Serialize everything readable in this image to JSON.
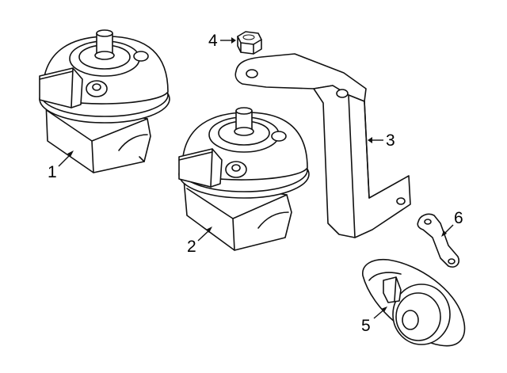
{
  "callouts": [
    {
      "id": "1",
      "label": "1",
      "part": "horn-high"
    },
    {
      "id": "2",
      "label": "2",
      "part": "horn-low"
    },
    {
      "id": "3",
      "label": "3",
      "part": "bracket"
    },
    {
      "id": "4",
      "label": "4",
      "part": "nut"
    },
    {
      "id": "5",
      "label": "5",
      "part": "horn-small"
    },
    {
      "id": "6",
      "label": "6",
      "part": "small-bracket"
    }
  ],
  "colors": {
    "line": "#111111",
    "background": "#ffffff"
  }
}
